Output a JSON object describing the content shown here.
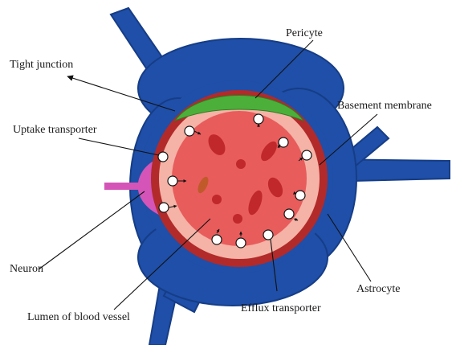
{
  "labels": {
    "pericyte": "Pericyte",
    "tight_junction": "Tight junction",
    "basement_membrane": "Basement membrane",
    "uptake_transporter": "Uptake transporter",
    "neuron": "Neuron",
    "astrocyte": "Astrocyte",
    "lumen": "Lumen of blood vessel",
    "efflux_transporter": "Efflux transporter"
  },
  "colors": {
    "astrocyte": "#1f4fa8",
    "astrocyte_edge": "#163d86",
    "basement_membrane": "#b22a2a",
    "endothelium": "#f4b3a6",
    "lumen": "#e85c5c",
    "pericyte": "#4caf3a",
    "neuron": "#d455b7",
    "red_cell": "#c0282b",
    "line": "#111111"
  }
}
